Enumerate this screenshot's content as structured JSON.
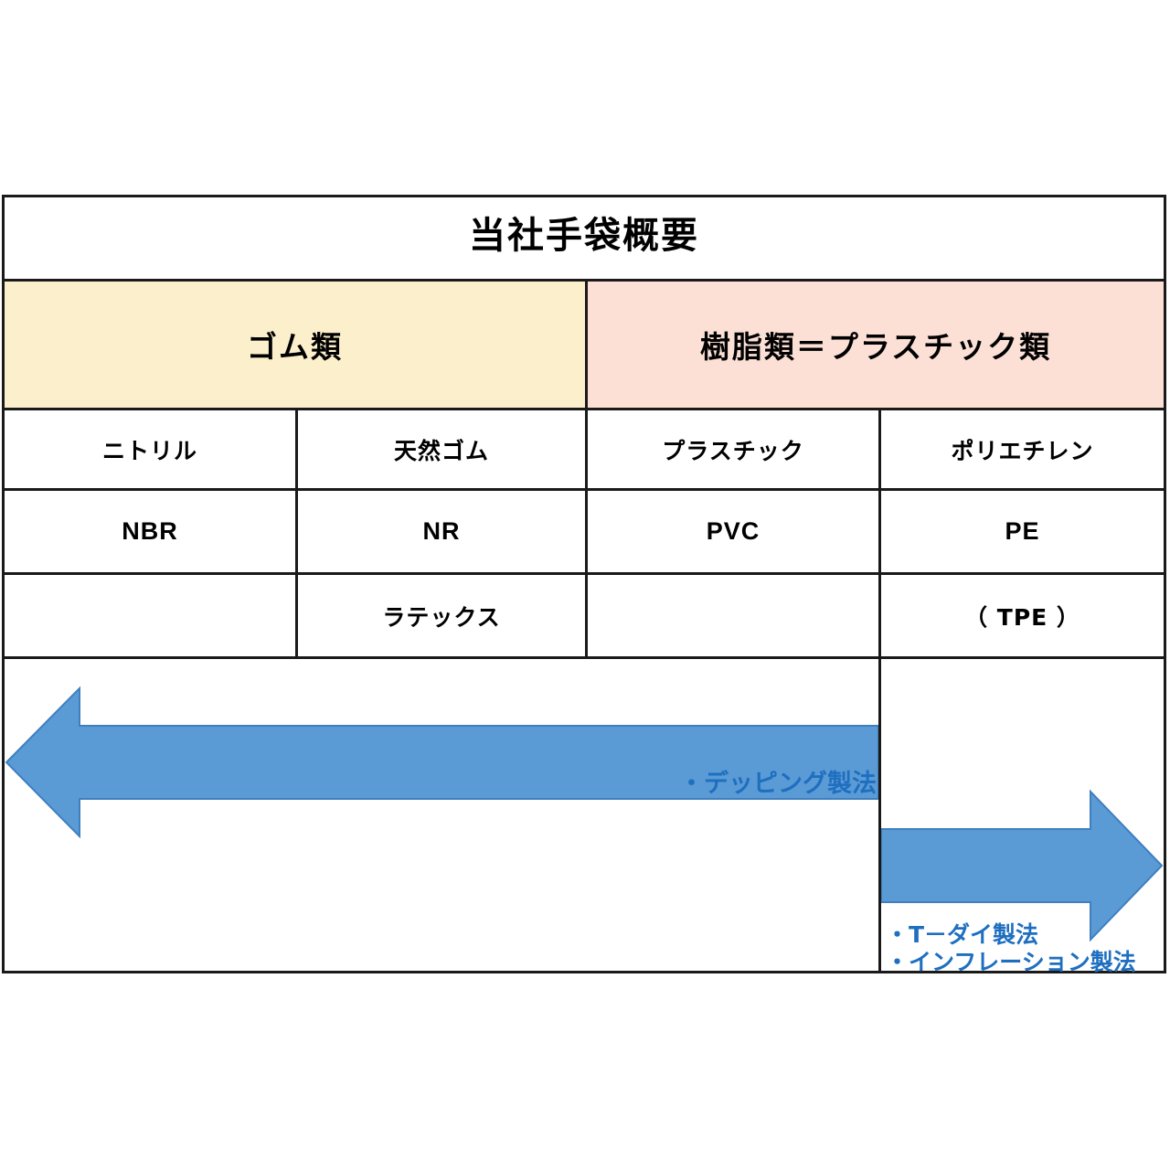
{
  "slide": {
    "title": "当社手袋概要",
    "background_color": "#ffffff",
    "border_color": "#1a1a1a"
  },
  "table": {
    "category_row": [
      {
        "label": "ゴム類",
        "color": "#fcefcb",
        "span": 2
      },
      {
        "label": "樹脂類＝プラスチック類",
        "color": "#fce0d6",
        "span": 2
      }
    ],
    "columns": [
      {
        "material": "ニトリル",
        "code": "NBR",
        "extra": ""
      },
      {
        "material": "天然ゴム",
        "code": "NR",
        "extra": "ラテックス"
      },
      {
        "material": "プラスチック",
        "code": "PVC",
        "extra": ""
      },
      {
        "material": "ポリエチレン",
        "code": "PE",
        "extra": "（ TPE ）"
      }
    ]
  },
  "arrows": {
    "color": "#5b9bd5",
    "stroke": "#3f7fbf",
    "left": {
      "direction": "left",
      "name": "dipping-process-arrow"
    },
    "right": {
      "direction": "right",
      "name": "extrusion-process-arrow"
    }
  },
  "annotations": {
    "text_color": "#1f6fc0",
    "dipping": "・デッピング製法",
    "t_die": "・T－ダイ製法",
    "inflation": "・インフレーション製法"
  }
}
